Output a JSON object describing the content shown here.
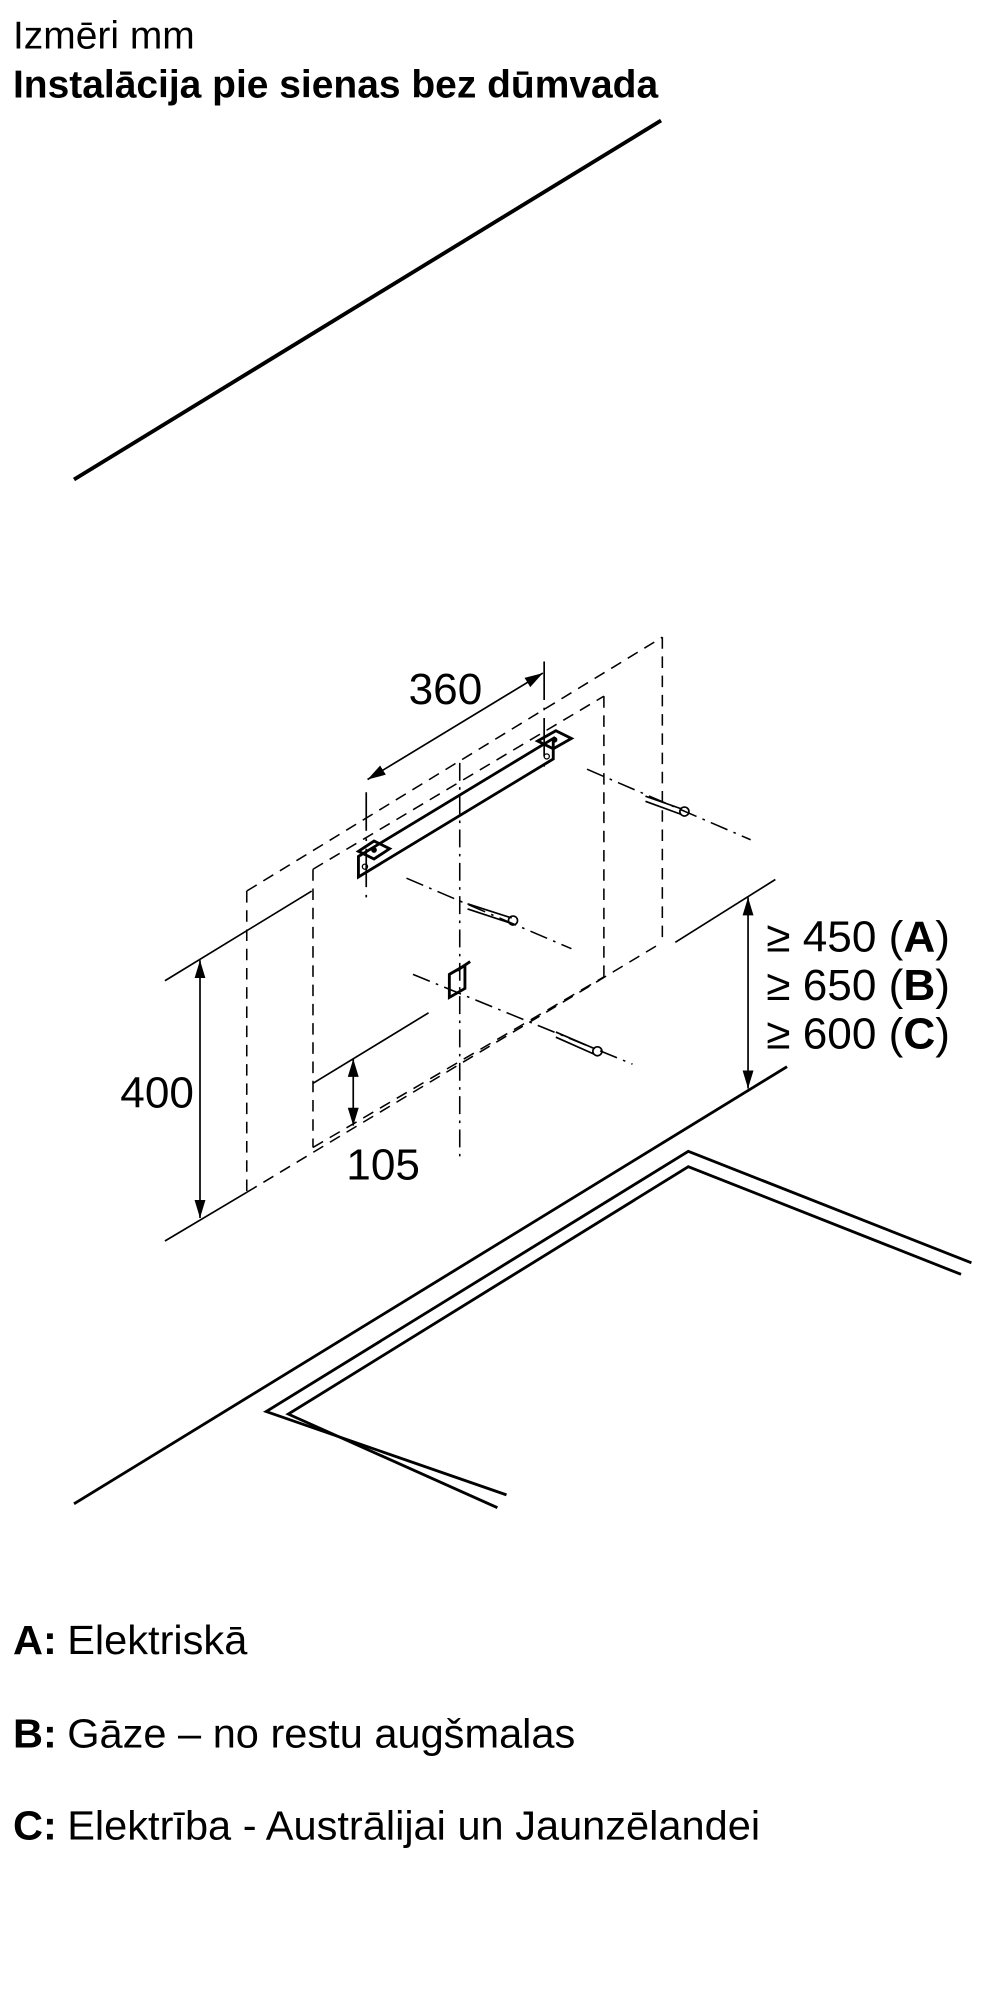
{
  "header": {
    "subtitle": "Izmēri mm",
    "title": "Instalācija pie sienas bez dūmvada"
  },
  "dimensions": {
    "bracket_width": "360",
    "cabinet_height": "400",
    "offset": "105",
    "clearance": [
      {
        "prefix": "≥ 450 (",
        "key": "A",
        "suffix": ")"
      },
      {
        "prefix": "≥ 650 (",
        "key": "B",
        "suffix": ")"
      },
      {
        "prefix": "≥ 600 (",
        "key": "C",
        "suffix": ")"
      }
    ]
  },
  "legend": [
    {
      "key": "A:",
      "text": "Elektriskā"
    },
    {
      "key": "B:",
      "text": "Gāze – no restu augšmalas"
    },
    {
      "key": "C:",
      "text": "Elektrība - Austrālijai un Jaunzēlandei"
    }
  ]
}
